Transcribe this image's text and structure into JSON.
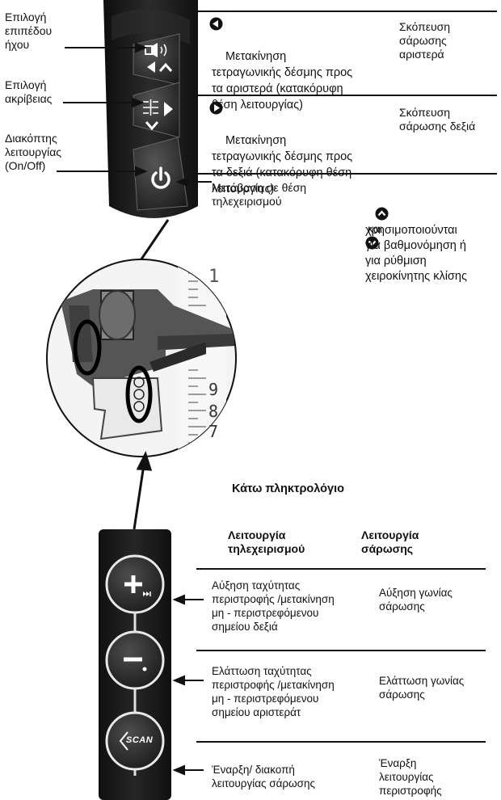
{
  "upper_keypad": {
    "left_labels": {
      "volume": "Επιλογή\nεπιπέδου\nήχου",
      "precision": "Επιλογή\nακρίβειας",
      "power": "Διακόπτης\nλειτουργίας\n(On/Off)"
    },
    "rows": [
      {
        "description": "Μετακίνηση\nτετραγωνικής δέσμης προς\nτα αριστερά (κατακόρυφη\nθέση λειτουργίας)",
        "scan": "Σκόπευση\nσάρωσης\nαριστερά"
      },
      {
        "description": "Μετακίνηση\nτετραγωνικής δέσμης προς\nτα δεξιά (κατακόρυφη θέση\nλειτουργίας)",
        "scan": "Σκόπευση\nσάρωσης δεξιά"
      },
      {
        "description": "Μετάβαση σε θέση\nτηλεχειρισμού",
        "scan_and": "και",
        "scan": "χρησιμοποιούνται\nγια βαθμονόμηση ή\nγια ρύθμιση\nχειροκίνητης κλίσης"
      }
    ]
  },
  "device_scale_digits": [
    "1",
    "9",
    "8",
    "7"
  ],
  "lower_keypad": {
    "title": "Κάτω πληκτρολόγιο",
    "col_remote": "Λειτουργία\nτηλεχειρισμού",
    "col_scan": "Λειτουργία\nσάρωσης",
    "scan_button_label": "SCAN",
    "rows": [
      {
        "remote": "Αύξηση ταχύτητας\nπεριστροφής /μετακίνηση\nμη - περιστρεφόμενου\nσημείου δεξιά",
        "scan": "Αύξηση γωνίας\nσάρωσης"
      },
      {
        "remote": "Ελάττωση ταχύτητας\nπεριστροφής /μετακίνηση\nμη - περιστρεφόμενου\nσημείου αριστεράτ",
        "scan": "Ελάττωση γωνίας\nσάρωσης"
      },
      {
        "remote": "Έναρξη/ διακοπή\nλειτουργίας σάρωσης",
        "scan": "Έναρξη\nλειτουργίας\nπεριστροφής"
      }
    ]
  },
  "colors": {
    "keypad_dark": "#1c1c1c",
    "button_face": "#3a3a3a",
    "ink": "#111111"
  }
}
